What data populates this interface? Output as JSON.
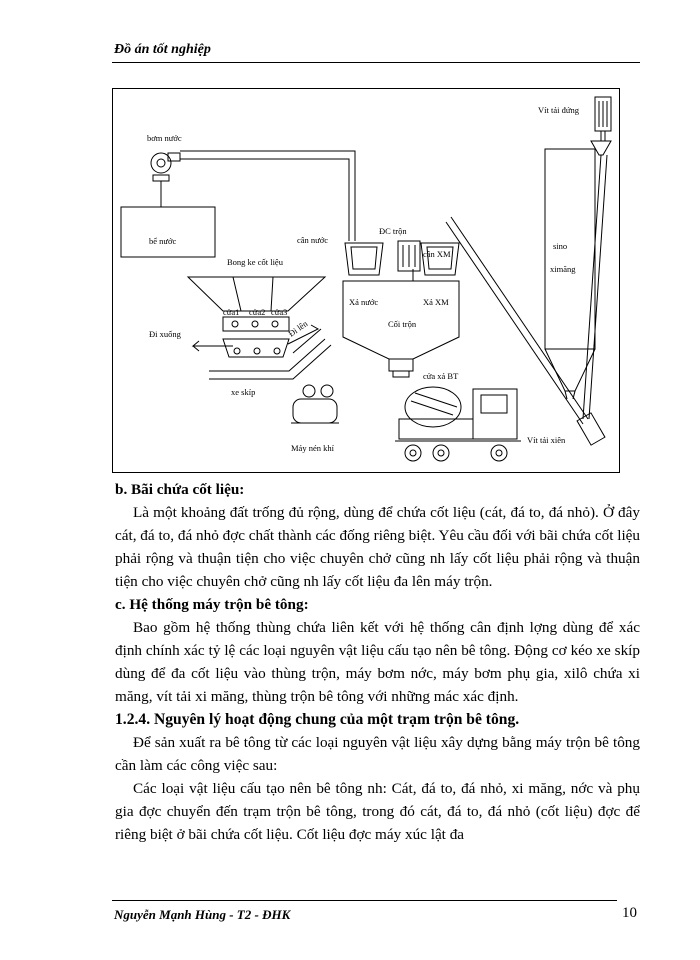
{
  "header": {
    "title": "Đồ án tốt nghiệp"
  },
  "figure": {
    "labels": {
      "vit_tai_dung": "Vít tải đứng",
      "bom_nuoc": "bơm nước",
      "be_nuoc": "bể nước",
      "can_nuoc": "cân nước",
      "dc_tron": "ĐC trộn",
      "can_xm": "cân XM",
      "sino": "sino",
      "ximang": "ximăng",
      "bong_ke": "Bong ke cốt liệu",
      "cua1": "cửa1",
      "cua2": "cửa2",
      "cua3": "cửa3",
      "di_len": "Đi lên",
      "xa_nuoc": "Xả nước",
      "xa_xm": "Xả XM",
      "coi_tron": "Cối trộn",
      "di_xuong": "Đi xuống",
      "cua_xa_bt": "cửa xả BT",
      "xe_skip": "xe skíp",
      "may_nen_khi": "Máy nén khí",
      "vit_tai_xien": "Vít tải xiên"
    }
  },
  "section_b": {
    "heading": "b. Bãi chứa cốt liệu:",
    "paragraph": "Là một khoảng đất trống đủ rộng, dùng để chứa cốt liệu (cát, đá to, đá nhỏ). Ở đây cát, đá to, đá nhỏ đợc chất thành các đống riêng biệt. Yêu cầu đối với bãi chứa cốt liệu phải rộng và thuận tiện cho việc chuyên chở cũng nh lấy cốt liệu phải rộng và thuận tiện cho việc chuyên chở cũng nh lấy cốt liệu đa lên máy trộn."
  },
  "section_c": {
    "heading": "c. Hệ thống máy trộn bê tông:",
    "paragraph": "Bao gồm hệ thống thùng chứa liên kết với hệ thống cân định lợng dùng để xác định chính xác tỷ lệ các loại nguyên vật liệu cấu tạo nên bê tông. Động cơ kéo xe skíp dùng để đa cốt liệu vào thùng trộn, máy bơm nớc, máy bơm phụ gia, xilô chứa xi măng, vít tải xi măng, thùng trộn bê tông với những mác xác định."
  },
  "section_124": {
    "heading": "1.2.4. Nguyên lý hoạt động chung của một trạm trộn bê tông.",
    "paragraph1": "Để sản xuất ra bê tông từ các loại nguyên vật liệu xây dựng bằng máy trộn bê tông cần làm các công việc sau:",
    "paragraph2": "Các loại vật liệu cấu tạo nên bê tông nh: Cát, đá to, đá nhỏ, xi măng, nớc và phụ gia đợc chuyển đến trạm trộn bê tông, trong đó cát, đá to, đá nhỏ (cốt liệu) đợc để riêng biệt ở bãi chứa cốt liệu. Cốt liệu đợc máy xúc lật đa"
  },
  "footer": {
    "author": "Nguyễn Mạnh Hùng - T2 - ĐHK",
    "page": "10"
  }
}
